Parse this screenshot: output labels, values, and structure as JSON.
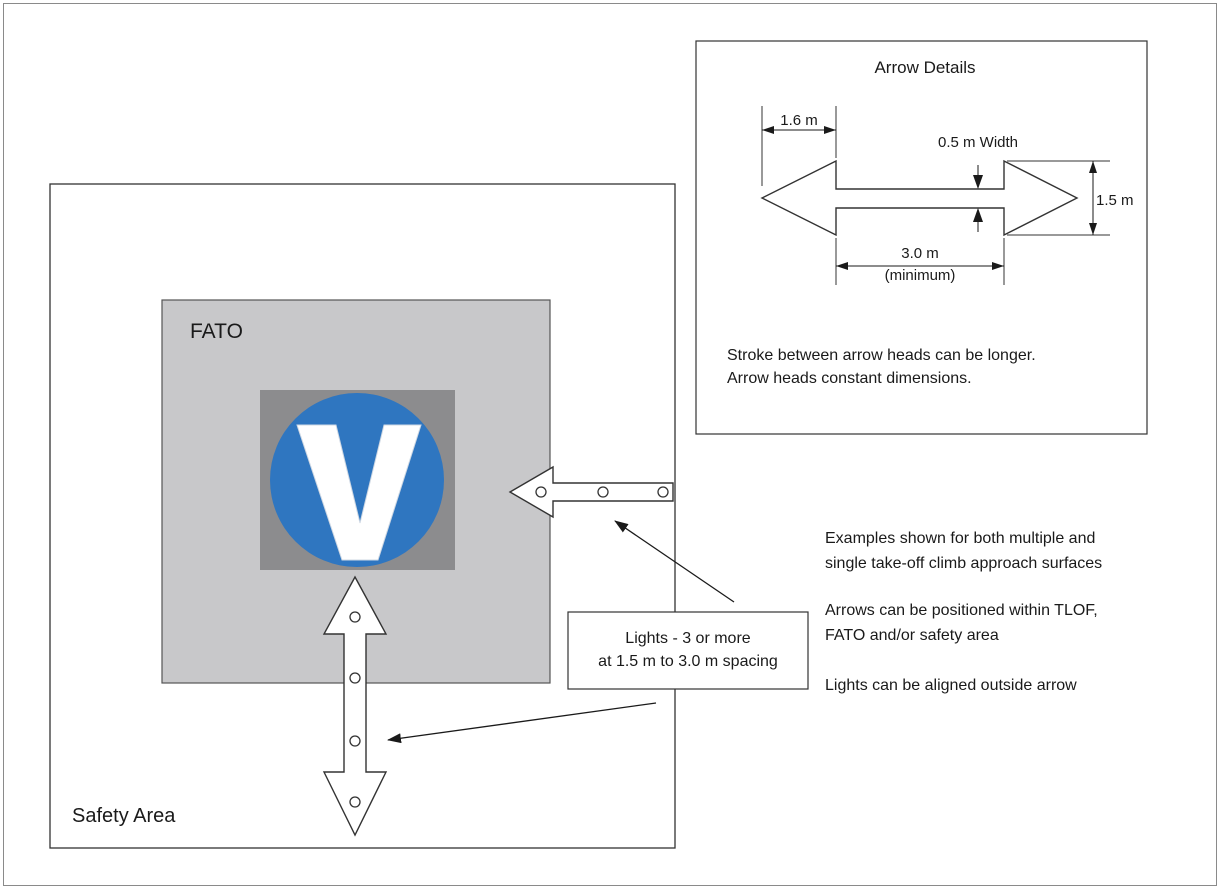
{
  "labels": {
    "fato": "FATO",
    "safety_area": "Safety Area",
    "v_letter": "V"
  },
  "callout": {
    "line1": "Lights - 3 or more",
    "line2": "at 1.5 m to 3.0 m spacing"
  },
  "arrow_details": {
    "title": "Arrow Details",
    "head_length": "1.6 m",
    "stroke_width": "0.5 m Width",
    "head_width": "1.5 m",
    "stroke_length": "3.0 m",
    "stroke_length_note": "(minimum)",
    "note1": "Stroke between arrow heads can be longer.",
    "note2": "Arrow heads constant dimensions."
  },
  "notes": {
    "n1_line1": "Examples shown for both multiple and",
    "n1_line2": "single take-off climb approach surfaces",
    "n2_line1": "Arrows can be positioned within TLOF,",
    "n2_line2": "FATO and/or safety area",
    "n3": "Lights can be aligned outside arrow"
  },
  "colors": {
    "fato_fill": "#c8c8ca",
    "tlof_fill": "#8c8c8e",
    "marker_blue": "#2f76c0"
  }
}
